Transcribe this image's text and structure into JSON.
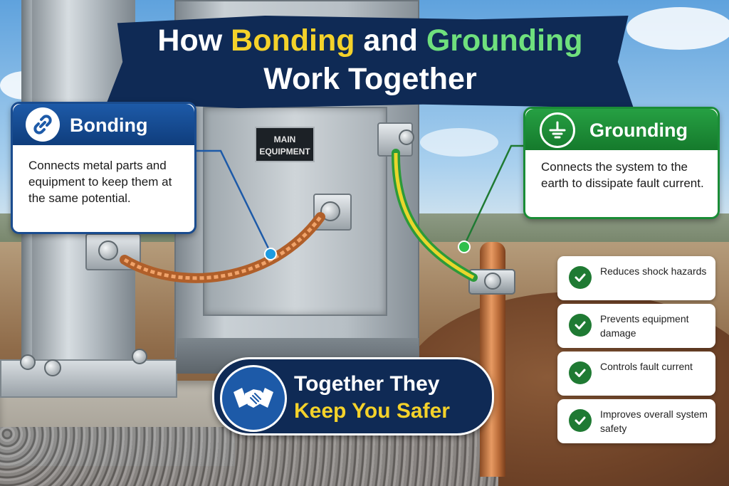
{
  "title": {
    "part1": "How ",
    "highlight1": "Bonding",
    "part2": " and ",
    "highlight2": "Grounding",
    "line2": "Work Together"
  },
  "equipment_label": {
    "line1": "MAIN",
    "line2": "EQUIPMENT"
  },
  "bonding": {
    "heading": "Bonding",
    "icon": "chain-link-icon",
    "description": "Connects metal parts and equipment to keep them at the same potential."
  },
  "grounding": {
    "heading": "Grounding",
    "icon": "ground-symbol-icon",
    "description": "Connects the system to the earth to dissipate fault current."
  },
  "benefits": [
    {
      "text": "Reduces shock hazards"
    },
    {
      "text": "Prevents equipment damage"
    },
    {
      "text": "Controls fault current"
    },
    {
      "text": "Improves overall system safety"
    }
  ],
  "together": {
    "line1": "Together They",
    "line2": "Keep You Safer",
    "icon": "handshake-icon"
  },
  "colors": {
    "navy": "#0f2a55",
    "bonding_blue": "#1d5aa8",
    "grounding_green": "#1f7a33",
    "highlight_yellow": "#f4d22a",
    "highlight_green": "#6fe07d",
    "copper": "#c8773f"
  }
}
